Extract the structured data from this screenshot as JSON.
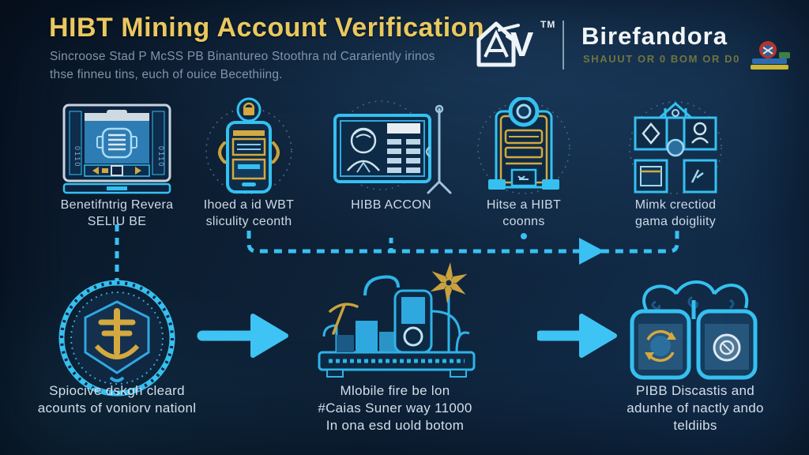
{
  "colors": {
    "accent_blue": "#3ac0f2",
    "deep_panel": "#0d2b47",
    "gold": "#d4a93f",
    "title_gold": "#eac85f",
    "tagline_olive": "#70743f",
    "label_text": "#cdd9e6",
    "subtitle_text": "#8094aa"
  },
  "header": {
    "title": "HIBT Mining Account Verification",
    "subtitle_line1": "Sincroose Stad P McSS PB Binantureo Stoothra nd Carariently irinos",
    "subtitle_line2": "thse finneu tins, euch of ouice Becethiing.",
    "logo": {
      "letter": "V",
      "tm": "TM",
      "brand": "Birefandora",
      "tagline": "SHAUUT OR 0 BOM OR D0"
    }
  },
  "steps": [
    {
      "icon": "tablet-miner-icon",
      "label_line1": "Benetifntrig Revera",
      "label_line2": "SELIU BE",
      "side_text": "0110"
    },
    {
      "icon": "phone-security-icon",
      "label_line1": "Ihoed a id WBT",
      "label_line2": "sliculity ceonth"
    },
    {
      "icon": "id-panel-icon",
      "label_line1": "HIBB ACCON",
      "label_line2": ""
    },
    {
      "icon": "clipboard-camera-icon",
      "label_line1": "Hitse a HIBT",
      "label_line2": "coonns"
    },
    {
      "icon": "modules-grid-icon",
      "label_line1": "Mimk crectiod",
      "label_line2": "gama doigliity"
    }
  ],
  "flow": [
    {
      "icon": "verified-badge-icon",
      "label_line1": "Spiocive dskgh cleard",
      "label_line2": "acounts of voniorv nationl",
      "label_line3": ""
    },
    {
      "icon": "mining-rig-icon",
      "label_line1": "Mlobile fire be lon",
      "label_line2": "#Caias Suner way 11000",
      "label_line3": "In ona esd uold botom"
    },
    {
      "icon": "storage-tanks-icon",
      "label_line1": "PIBB Discastis and",
      "label_line2": "adunhe of nactly ando",
      "label_line3": "teldiibs"
    }
  ]
}
